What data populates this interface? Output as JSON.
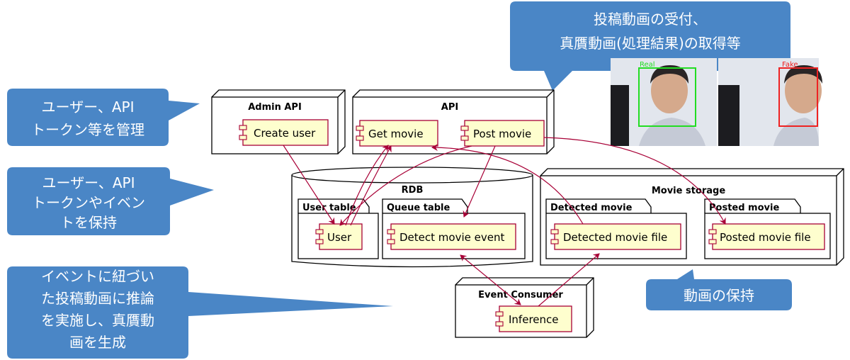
{
  "nodes": {
    "admin_api": {
      "title": "Admin API",
      "components": [
        "Create user"
      ]
    },
    "api": {
      "title": "API",
      "components": [
        "Get movie",
        "Post movie"
      ]
    },
    "rdb": {
      "title": "RDB",
      "packages": [
        {
          "title": "User table",
          "components": [
            "User"
          ]
        },
        {
          "title": "Queue table",
          "components": [
            "Detect movie event"
          ]
        }
      ]
    },
    "movie_storage": {
      "title": "Movie storage",
      "packages": [
        {
          "title": "Detected movie",
          "components": [
            "Detected movie file"
          ]
        },
        {
          "title": "Posted movie",
          "components": [
            "Posted movie file"
          ]
        }
      ]
    },
    "event_consumer": {
      "title": "Event Consumer",
      "components": [
        "Inference"
      ]
    }
  },
  "callouts": {
    "top": [
      "投稿動画の受付、",
      "真贋動画(処理結果)の取得等"
    ],
    "admin": [
      "ユーザー、API",
      "トークン等を管理"
    ],
    "rdb": [
      "ユーザー、API",
      "トークンやイベン",
      "トを保持"
    ],
    "inference": [
      "イベントに紐づい",
      "た投稿動画に推論",
      "を実施し、真贋動",
      "画を生成"
    ],
    "storage": [
      "動画の保持"
    ]
  },
  "face_samples": [
    {
      "tag": "Real",
      "color": "#22dd22"
    },
    {
      "tag": "Fake",
      "color": "#ee2222"
    }
  ],
  "colors": {
    "callout_fill": "#4a86c6",
    "component_fill": "#fefece",
    "component_border": "#a80036",
    "arrow": "#a80036"
  }
}
